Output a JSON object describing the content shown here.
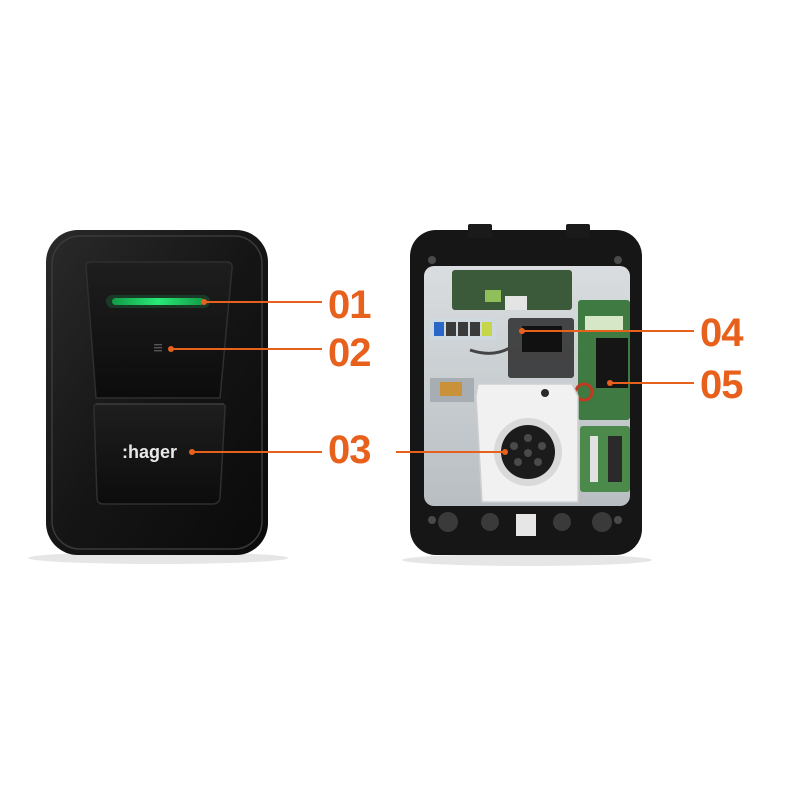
{
  "brand": {
    "logo_text": ":hager"
  },
  "accent_color": "#e8611c",
  "status_led_color": "#22d36a",
  "callouts": [
    {
      "id": "01",
      "label": "01",
      "part": "status-led"
    },
    {
      "id": "02",
      "label": "02",
      "part": "badge-reader"
    },
    {
      "id": "03",
      "label": "03",
      "part": "socket-outlet"
    },
    {
      "id": "04",
      "label": "04",
      "part": "wiring-area"
    },
    {
      "id": "05",
      "label": "05",
      "part": "control-board"
    }
  ]
}
